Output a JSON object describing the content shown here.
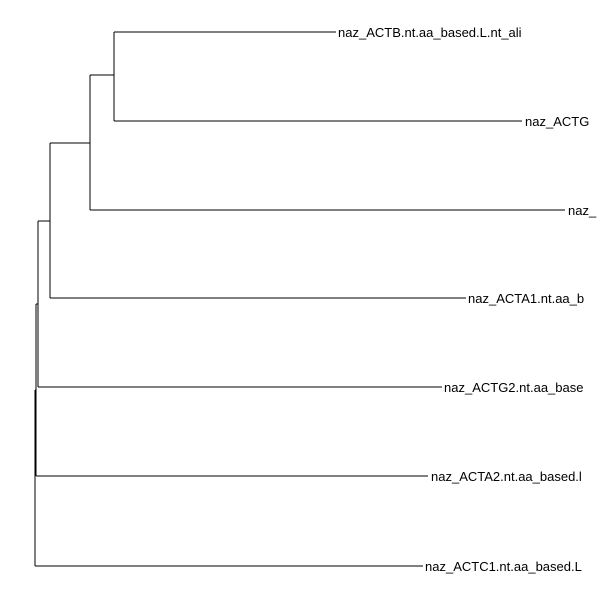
{
  "tree": {
    "tips": [
      {
        "id": "actb",
        "label": "naz_ACTB.nt.aa_based.L.nt_ali"
      },
      {
        "id": "actg",
        "label": "naz_ACTG"
      },
      {
        "id": "third",
        "label": "naz_"
      },
      {
        "id": "acta1",
        "label": "naz_ACTA1.nt.aa_b"
      },
      {
        "id": "actg2",
        "label": "naz_ACTG2.nt.aa_base"
      },
      {
        "id": "acta2",
        "label": "naz_ACTA2.nt.aa_based.l"
      },
      {
        "id": "actc1",
        "label": "naz_ACTC1.nt.aa_based.L"
      }
    ]
  }
}
